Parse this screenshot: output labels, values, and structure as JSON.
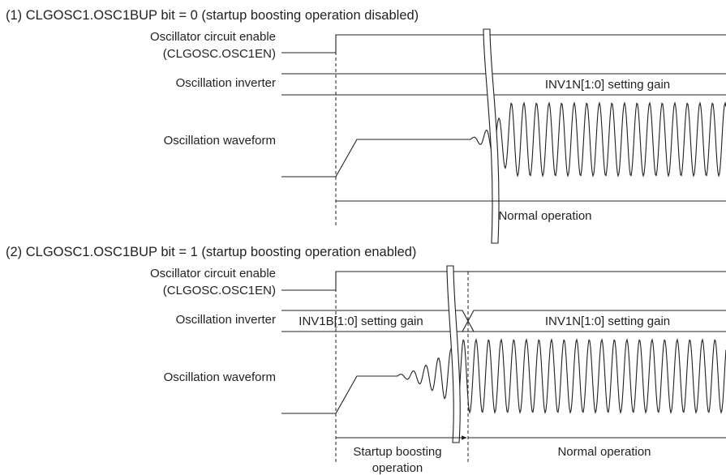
{
  "diagram1": {
    "title": "(1) CLGOSC1.OSC1BUP bit = 0 (startup boosting operation disabled)",
    "enable_label_line1": "Oscillator circuit enable",
    "enable_label_line2": "(CLGOSC.OSC1EN)",
    "inverter_label": "Oscillation inverter",
    "inverter_gain_label": "INV1N[1:0] setting gain",
    "waveform_label": "Oscillation waveform",
    "operation_label": "Normal operation"
  },
  "diagram2": {
    "title": "(2) CLGOSC1.OSC1BUP bit = 1 (startup boosting operation enabled)",
    "enable_label_line1": "Oscillator circuit enable",
    "enable_label_line2": "(CLGOSC.OSC1EN)",
    "inverter_label": "Oscillation inverter",
    "boost_gain_label": "INV1B[1:0] setting gain",
    "inverter_gain_label": "INV1N[1:0] setting gain",
    "waveform_label": "Oscillation waveform",
    "startup_label_line1": "Startup boosting",
    "startup_label_line2": "operation",
    "operation_label": "Normal operation"
  }
}
